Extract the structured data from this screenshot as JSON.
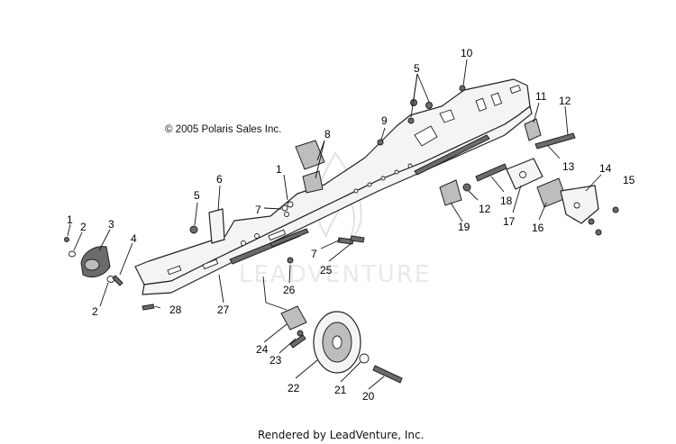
{
  "copyright": "© 2005 Polaris Sales Inc.",
  "watermark": "LEADVENTURE",
  "footer": "Rendered by LeadVenture, Inc.",
  "callouts": [
    "1",
    "2",
    "3",
    "4",
    "2",
    "28",
    "27",
    "26",
    "5",
    "6",
    "7",
    "1",
    "8",
    "9",
    "5",
    "10",
    "11",
    "12",
    "13",
    "18",
    "12",
    "19",
    "17",
    "16",
    "14",
    "15",
    "7",
    "25",
    "24",
    "23",
    "22",
    "21",
    "20"
  ]
}
